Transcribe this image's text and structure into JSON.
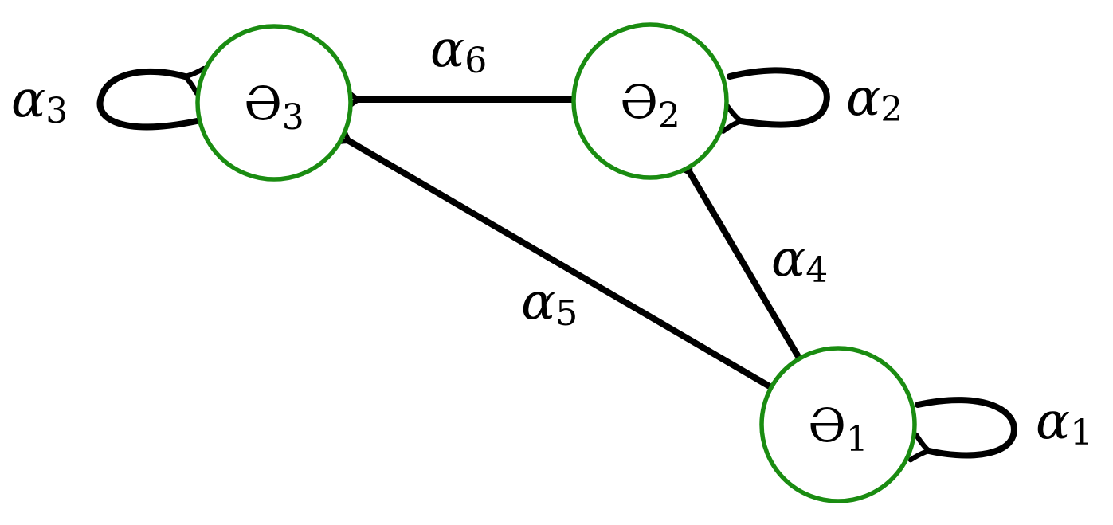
{
  "colors": {
    "node_stroke": "#1a8c11",
    "edge": "#000000",
    "text": "#000000"
  },
  "nodes": [
    {
      "id": "theta3",
      "symbol": "Ə",
      "subscript": "3"
    },
    {
      "id": "theta2",
      "symbol": "Ə",
      "subscript": "2"
    },
    {
      "id": "theta1",
      "symbol": "Ə",
      "subscript": "1"
    }
  ],
  "edges": [
    {
      "id": "alpha1",
      "from": "theta1",
      "to": "theta1",
      "symbol": "α",
      "subscript": "1"
    },
    {
      "id": "alpha2",
      "from": "theta2",
      "to": "theta2",
      "symbol": "α",
      "subscript": "2"
    },
    {
      "id": "alpha3",
      "from": "theta3",
      "to": "theta3",
      "symbol": "α",
      "subscript": "3"
    },
    {
      "id": "alpha4",
      "from": "theta1",
      "to": "theta2",
      "symbol": "α",
      "subscript": "4"
    },
    {
      "id": "alpha5",
      "from": "theta1",
      "to": "theta3",
      "symbol": "α",
      "subscript": "5"
    },
    {
      "id": "alpha6",
      "from": "theta2",
      "to": "theta3",
      "symbol": "α",
      "subscript": "6"
    }
  ]
}
